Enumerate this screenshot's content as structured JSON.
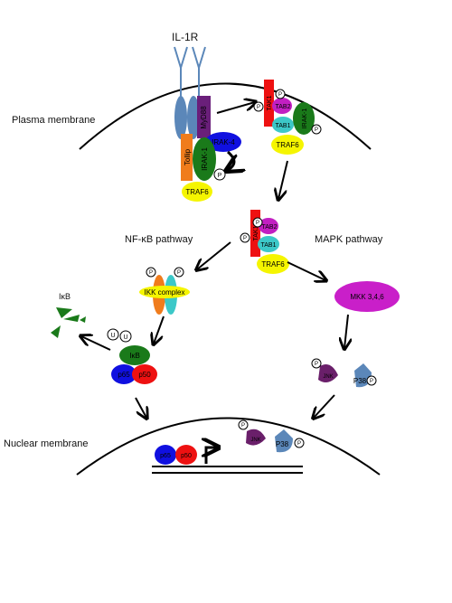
{
  "labels": {
    "receptor": "IL-1R",
    "plasma_membrane": "Plasma membrane",
    "nfkb_pathway": "NF-κB pathway",
    "mapk_pathway": "MAPK pathway",
    "ikb_free": "IκB",
    "nuclear_membrane": "Nuclear membrane"
  },
  "molecules": {
    "myd88": "MyD88",
    "irak4": "IRAK-4",
    "tollip": "Tollip",
    "irak1": "IRAK-1",
    "traf6": "TRAF6",
    "tak1": "TAK1",
    "tab2": "TAB2",
    "tab1": "TAB1",
    "ikk_complex": "IKK complex",
    "ikb": "IκB",
    "p65": "p65",
    "p50": "p50",
    "mkk": "MKK 3,4,6",
    "jnk": "JNK",
    "p38": "P38",
    "phospho": "P",
    "ubiquitin": "U"
  },
  "colors": {
    "receptor": "#5b87b9",
    "myd88": "#6a1f7a",
    "irak4": "#1010e0",
    "tollip": "#f07c1c",
    "irak1": "#1a7a1a",
    "traf6": "#f5f500",
    "tak1": "#ee1111",
    "tab2": "#c21fc2",
    "tab1": "#3cc8c8",
    "mkk": "#c91fc9",
    "jnk": "#6a1f6a",
    "p38": "#5b87b9",
    "p65": "#1010e0",
    "p50": "#ee1111"
  }
}
